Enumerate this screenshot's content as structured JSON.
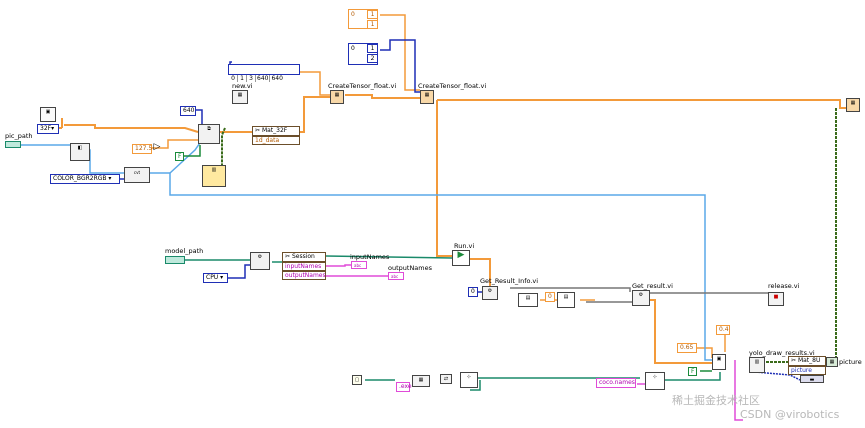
{
  "labels": {
    "pic_path": "pic_path",
    "model_path": "model_path",
    "new_vi": "new.vi",
    "create_tensor_1": "CreateTensor_float.vi",
    "create_tensor_2": "CreateTensor_float.vi",
    "run_vi": "Run.vi",
    "get_result_info": "Get_Result_Info.vi",
    "get_result": "Get_result.vi",
    "release_vi": "release.vi",
    "yolo_draw": "yolo_draw_results.vi",
    "picture": "picture",
    "input_names": "inputNames",
    "output_names": "outputNames"
  },
  "constants": {
    "type_32f": "32F",
    "color_mode": "COLOR_BGR2RGB",
    "cpu": "CPU",
    "width_640": "640",
    "scale": "127.5",
    "bool_f": "F",
    "shape": [
      "0",
      "1",
      "3",
      "640",
      "640"
    ],
    "orange_arr_idx": "0",
    "orange_arr_vals": [
      "1",
      "1"
    ],
    "blue_arr_idx": "0",
    "blue_arr_vals": [
      "1",
      "2"
    ],
    "get_result_index": "0",
    "get_info_index": "0",
    "conf_thresh": "0.65",
    "nms_thresh": "0.4",
    "bool_f2": "F",
    "exe_str": ".exe",
    "coco_names": "coco.names"
  },
  "clusters": {
    "mat32f": "Mat_32F",
    "mat32f_field": "1d_data",
    "session": "Session",
    "session_in": "inputNames",
    "session_out": "outputNames",
    "mat8u": "Mat_8U",
    "mat8u_field": "picture"
  },
  "watermark": {
    "line1": "稀土掘金技术社区",
    "line2": "CSDN @virobotics"
  },
  "colors": {
    "orange_wire": "#f39a3a",
    "blue_wire": "#1f2fb5",
    "lightblue_wire": "#5aa8e8",
    "pink_wire": "#e04bd8",
    "teal_wire": "#1a8a6a",
    "green_wire": "#1a8a3a",
    "darkgreen_wire": "#3a6b1a",
    "gray_wire": "#777777"
  }
}
